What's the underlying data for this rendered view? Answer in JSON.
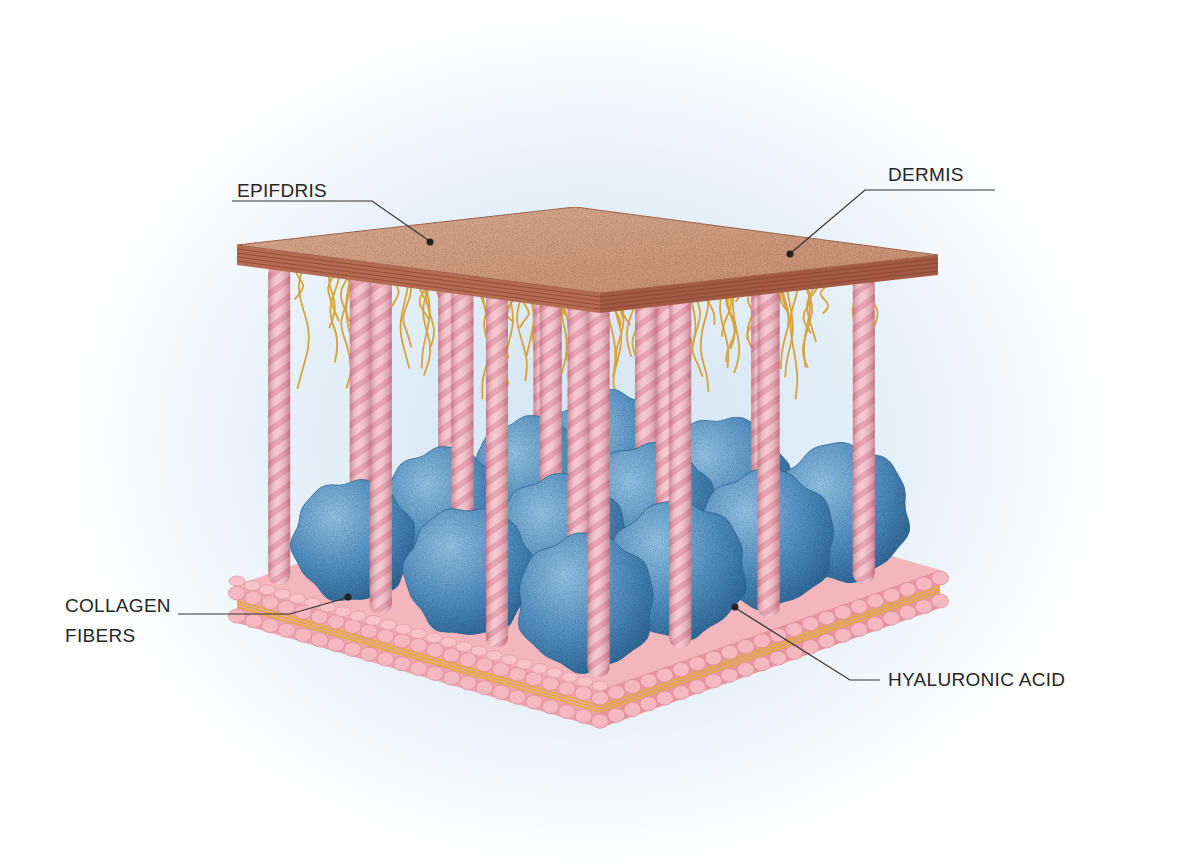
{
  "diagram": {
    "labels": [
      "EPIFDRIS",
      "DERMIS",
      "COLLAGEN FIBERS",
      "HYALURONIC ACID"
    ]
  }
}
